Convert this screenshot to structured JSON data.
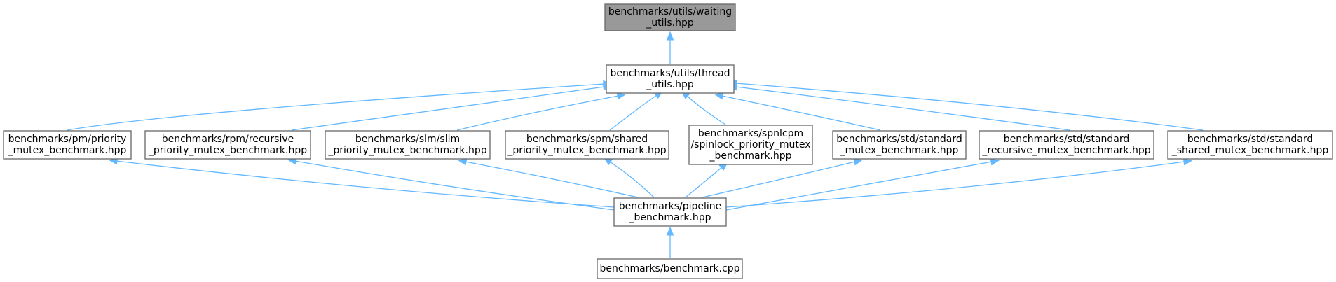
{
  "colors": {
    "edge": "#63b8ff",
    "root_fill": "#999999",
    "node_fill": "#ffffff",
    "node_border": "#666666"
  },
  "nodes": [
    {
      "id": "waiting_utils",
      "lines": [
        "benchmarks/utils/waiting",
        "_utils.hpp"
      ],
      "highlight": true
    },
    {
      "id": "thread_utils",
      "lines": [
        "benchmarks/utils/thread",
        "_utils.hpp"
      ]
    },
    {
      "id": "pm",
      "lines": [
        "benchmarks/pm/priority",
        "_mutex_benchmark.hpp"
      ]
    },
    {
      "id": "rpm",
      "lines": [
        "benchmarks/rpm/recursive",
        "_priority_mutex_benchmark.hpp"
      ]
    },
    {
      "id": "slm",
      "lines": [
        "benchmarks/slm/slim",
        "_priority_mutex_benchmark.hpp"
      ]
    },
    {
      "id": "spm",
      "lines": [
        "benchmarks/spm/shared",
        "_priority_mutex_benchmark.hpp"
      ]
    },
    {
      "id": "spnlcpm",
      "lines": [
        "benchmarks/spnlcpm",
        "/spinlock_priority_mutex",
        "_benchmark.hpp"
      ]
    },
    {
      "id": "std_mutex",
      "lines": [
        "benchmarks/std/standard",
        "_mutex_benchmark.hpp"
      ]
    },
    {
      "id": "std_recursive",
      "lines": [
        "benchmarks/std/standard",
        "_recursive_mutex_benchmark.hpp"
      ]
    },
    {
      "id": "std_shared",
      "lines": [
        "benchmarks/std/standard",
        "_shared_mutex_benchmark.hpp"
      ]
    },
    {
      "id": "pipeline",
      "lines": [
        "benchmarks/pipeline",
        "_benchmark.hpp"
      ]
    },
    {
      "id": "benchmark_cpp",
      "lines": [
        "benchmarks/benchmark.cpp"
      ]
    }
  ],
  "edges": [
    {
      "from": "thread_utils",
      "to": "waiting_utils"
    },
    {
      "from": "pm",
      "to": "thread_utils"
    },
    {
      "from": "rpm",
      "to": "thread_utils"
    },
    {
      "from": "slm",
      "to": "thread_utils"
    },
    {
      "from": "spm",
      "to": "thread_utils"
    },
    {
      "from": "spnlcpm",
      "to": "thread_utils"
    },
    {
      "from": "std_mutex",
      "to": "thread_utils"
    },
    {
      "from": "std_recursive",
      "to": "thread_utils"
    },
    {
      "from": "std_shared",
      "to": "thread_utils"
    },
    {
      "from": "pipeline",
      "to": "pm"
    },
    {
      "from": "pipeline",
      "to": "rpm"
    },
    {
      "from": "pipeline",
      "to": "slm"
    },
    {
      "from": "pipeline",
      "to": "spm"
    },
    {
      "from": "pipeline",
      "to": "spnlcpm"
    },
    {
      "from": "pipeline",
      "to": "std_mutex"
    },
    {
      "from": "pipeline",
      "to": "std_recursive"
    },
    {
      "from": "pipeline",
      "to": "std_shared"
    },
    {
      "from": "benchmark_cpp",
      "to": "pipeline"
    }
  ]
}
